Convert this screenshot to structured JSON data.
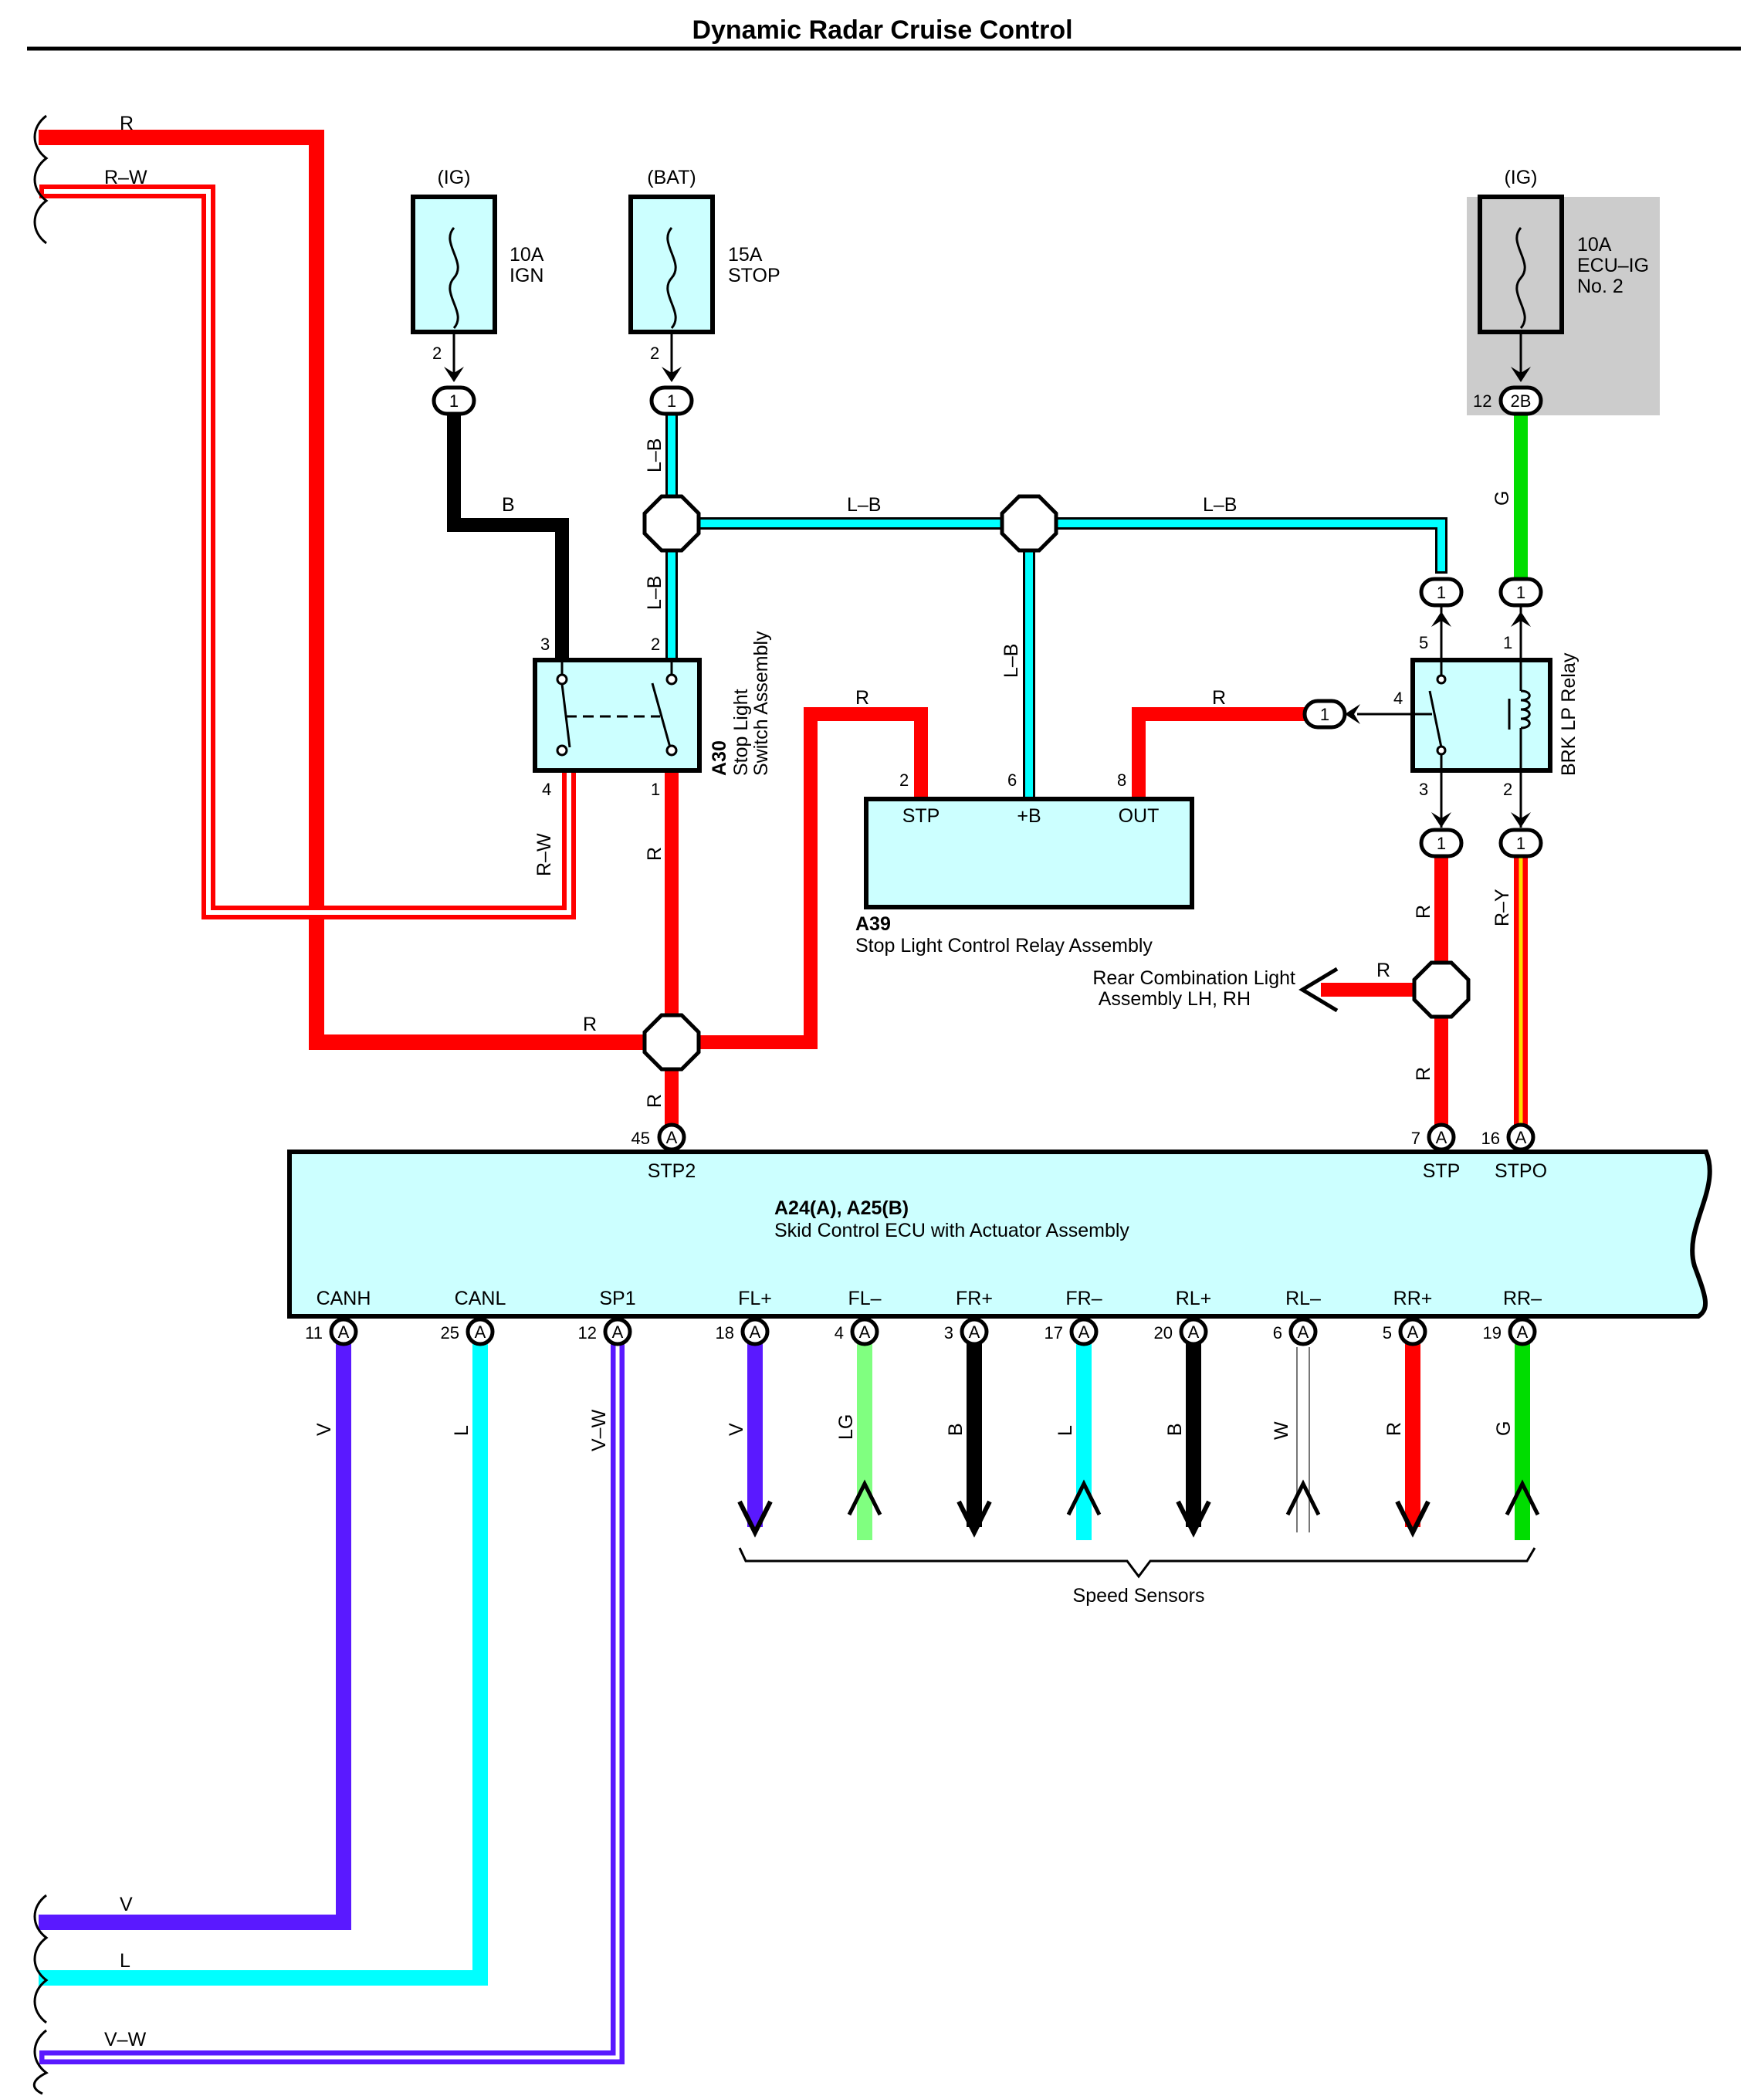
{
  "title": "Dynamic Radar Cruise Control",
  "colors": {
    "R": "#ff0000",
    "B": "#000000",
    "L-B": "#00ffff",
    "G": "#00dd00",
    "V": "#5a19ff",
    "L": "#00ffff",
    "LG": "#80ff80",
    "W": "#ffffff",
    "Y": "#ffdd00",
    "box_fill": "#ccffff",
    "highlight": "#cccccc"
  },
  "left_inputs": {
    "r": "R",
    "rw": "R–W"
  },
  "bottom_outputs": {
    "v": "V",
    "l": "L",
    "vw": "V–W"
  },
  "fuses": [
    {
      "supply": "(IG)",
      "rating": "10A",
      "name": "IGN",
      "name2": "",
      "pin": "2",
      "conn": "1",
      "conn_pin": ""
    },
    {
      "supply": "(BAT)",
      "rating": "15A",
      "name": "STOP",
      "name2": "",
      "pin": "2",
      "conn": "1",
      "conn_pin": ""
    },
    {
      "supply": "(IG)",
      "rating": "10A",
      "name": "ECU–IG",
      "name2": "No. 2",
      "pin": "",
      "conn": "2B",
      "conn_pin": "12"
    }
  ],
  "wire_labels": {
    "ign_b": "B",
    "stop_lb_upper": "L–B",
    "stop_lb_lower": "L–B",
    "bus_lb_1": "L–B",
    "bus_lb_2": "L–B",
    "relay_b": "L–B",
    "ecu_g": "G",
    "switch_rw": "R–W",
    "switch_r": "R",
    "relay_stp_r": "R",
    "relay_out_r": "R",
    "main_r": "R",
    "stp2_r": "R",
    "brk_r_upper": "R",
    "rear_r": "R",
    "brk_r_lower": "R",
    "brk_ry": "R–Y"
  },
  "switch": {
    "code": "A30",
    "name_line1": "Stop Light",
    "name_line2": "Switch Assembly",
    "pins": {
      "p3": "3",
      "p2": "2",
      "p4": "4",
      "p1": "1"
    }
  },
  "relay_a39": {
    "code": "A39",
    "name": "Stop Light Control Relay Assembly",
    "terminals": [
      "STP",
      "+B",
      "OUT"
    ],
    "pins": [
      "2",
      "6",
      "8"
    ]
  },
  "brk_relay": {
    "name": "BRK LP Relay",
    "pins": {
      "p5": "5",
      "p1": "1",
      "p4": "4",
      "p3": "3",
      "p2": "2"
    },
    "conn": "1"
  },
  "rear_light": {
    "line1": "Rear Combination Light",
    "line2": "Assembly LH,  RH"
  },
  "ecu": {
    "code": "A24(A), A25(B)",
    "name": "Skid Control ECU with Actuator Assembly",
    "top_pins": [
      {
        "term": "STP2",
        "pin": "45",
        "conn": "A"
      },
      {
        "term": "STP",
        "pin": "7",
        "conn": "A"
      },
      {
        "term": "STPO",
        "pin": "16",
        "conn": "A"
      }
    ],
    "bottom_pins": [
      {
        "term": "CANH",
        "pin": "11",
        "conn": "A",
        "wire": "V"
      },
      {
        "term": "CANL",
        "pin": "25",
        "conn": "A",
        "wire": "L"
      },
      {
        "term": "SP1",
        "pin": "12",
        "conn": "A",
        "wire": "V–W"
      },
      {
        "term": "FL+",
        "pin": "18",
        "conn": "A",
        "wire": "V"
      },
      {
        "term": "FL–",
        "pin": "4",
        "conn": "A",
        "wire": "LG"
      },
      {
        "term": "FR+",
        "pin": "3",
        "conn": "A",
        "wire": "B"
      },
      {
        "term": "FR–",
        "pin": "17",
        "conn": "A",
        "wire": "L"
      },
      {
        "term": "RL+",
        "pin": "20",
        "conn": "A",
        "wire": "B"
      },
      {
        "term": "RL–",
        "pin": "6",
        "conn": "A",
        "wire": "W"
      },
      {
        "term": "RR+",
        "pin": "5",
        "conn": "A",
        "wire": "R"
      },
      {
        "term": "RR–",
        "pin": "19",
        "conn": "A",
        "wire": "G"
      }
    ]
  },
  "speed_sensors": "Speed Sensors"
}
